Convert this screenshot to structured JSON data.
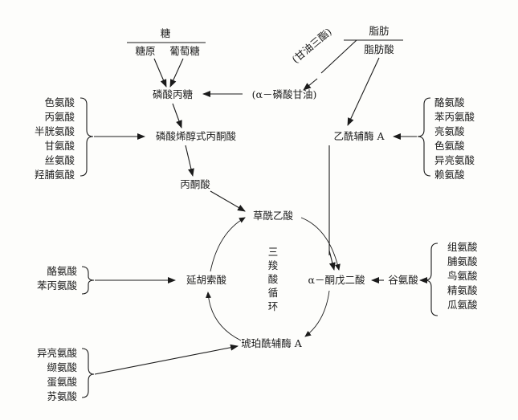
{
  "top": {
    "sugar": "糖",
    "glycogen": "糖原",
    "glucose": "葡萄糖",
    "fat": "脂肪",
    "glycerol_tri": "(甘油三酯)",
    "fatty_acid": "脂肪酸"
  },
  "nodes": {
    "phosphotriose": "磷酸丙糖",
    "glycerophosphate": "(α－磷酸甘油)",
    "pep": "磷酸烯醇式丙酮酸",
    "pyruvate": "丙酮酸",
    "acetyl_coa": "乙酰辅酶 A",
    "oxaloacetate": "草酰乙酸",
    "fumarate": "延胡索酸",
    "akg": "α－酮戊二酸",
    "glutamate": "谷氨酸",
    "succinyl_coa": "琥珀酰辅酶 A",
    "tca_chars": [
      "三",
      "羧",
      "酸",
      "循",
      "环"
    ]
  },
  "groups": {
    "left_top": [
      "色氨酸",
      "丙氨酸",
      "半胱氨酸",
      "甘氨酸",
      "丝氨酸",
      "羟脯氨酸"
    ],
    "right_top": [
      "酪氨酸",
      "苯丙氨酸",
      "亮氨酸",
      "色氨酸",
      "异亮氨酸",
      "赖氨酸"
    ],
    "left_mid": [
      "酪氨酸",
      "苯丙氨酸"
    ],
    "right_mid": [
      "组氨酸",
      "脯氨酸",
      "鸟氨酸",
      "精氨酸",
      "瓜氨酸"
    ],
    "left_bottom": [
      "异亮氨酸",
      "缬氨酸",
      "蛋氨酸",
      "苏氨酸"
    ]
  }
}
